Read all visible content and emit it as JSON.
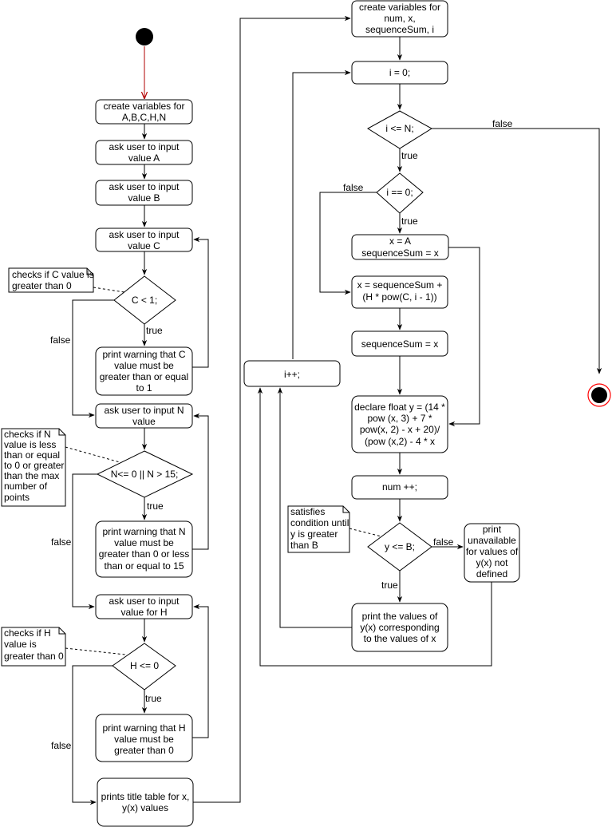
{
  "nodes": {
    "n_vars": [
      "create variables for",
      "A,B,C,H,N"
    ],
    "n_inA": [
      "ask user to input",
      "value A"
    ],
    "n_inB": [
      "ask user to input",
      "value B"
    ],
    "n_inC": [
      "ask user to input",
      "value C"
    ],
    "d_C": [
      "C < 1;"
    ],
    "n_warnC": [
      "print warning that C",
      "value must be",
      "greater than or equal",
      "to 1"
    ],
    "n_inN": [
      "ask user to input N",
      "value"
    ],
    "d_N": [
      "N<= 0 || N > 15;"
    ],
    "n_warnN": [
      "print warning that N",
      "value must be",
      "greater than 0 or less",
      "than or equal to 15"
    ],
    "n_inH": [
      "ask user to input",
      "value for H"
    ],
    "d_H": [
      "H <= 0"
    ],
    "n_warnH": [
      "print warning that H",
      "value must be",
      "greater than 0"
    ],
    "n_title": [
      "prints title table for x,",
      "y(x) values"
    ],
    "n_vars2": [
      "create variables for",
      "num, x,",
      "sequenceSum, i"
    ],
    "n_i0": [
      "i = 0;"
    ],
    "d_iN": [
      "i <= N;"
    ],
    "d_i0": [
      "i == 0;"
    ],
    "n_xA": [
      "x = A",
      "sequenceSum = x"
    ],
    "n_xSeq": [
      "x = sequenceSum +",
      "(H * pow(C, i - 1))"
    ],
    "n_seqx": [
      "sequenceSum = x"
    ],
    "n_decl": [
      "declare float y = (14 *",
      "pow (x, 3) + 7 *",
      "pow(x, 2) - x + 20)/",
      "(pow (x,2) - 4 * x"
    ],
    "n_num": [
      "num ++;"
    ],
    "d_yB": [
      "y <= B;"
    ],
    "n_unav": [
      "print",
      "unavailable",
      "for values of",
      "y(x) not",
      "defined"
    ],
    "n_printy": [
      "print the values of",
      "y(x) corresponding",
      "to the values of x"
    ],
    "n_ipp": [
      "i++;"
    ]
  },
  "notes": {
    "note_C": [
      "checks if C value is",
      "greater than 0"
    ],
    "note_N": [
      "checks if N",
      "value is less",
      "than or equal",
      "to 0 or greater",
      "than the max",
      "number of",
      "points"
    ],
    "note_H": [
      "checks if H",
      "value is",
      "greater than 0"
    ],
    "note_yB": [
      "satisfies",
      "condition until",
      "y is greater",
      "than B"
    ]
  },
  "edge_labels": {
    "c_true": "true",
    "c_false": "false",
    "n_true": "true",
    "n_false": "false",
    "h_true": "true",
    "h_false": "false",
    "iN_true": "true",
    "iN_false": "false",
    "i0_true": "true",
    "i0_false": "false",
    "yB_true": "true",
    "yB_false": "false"
  },
  "colors": {
    "line": "#000000",
    "start_arrow": "#b20000",
    "end_ring": "#ff0000",
    "fill": "#ffffff"
  }
}
